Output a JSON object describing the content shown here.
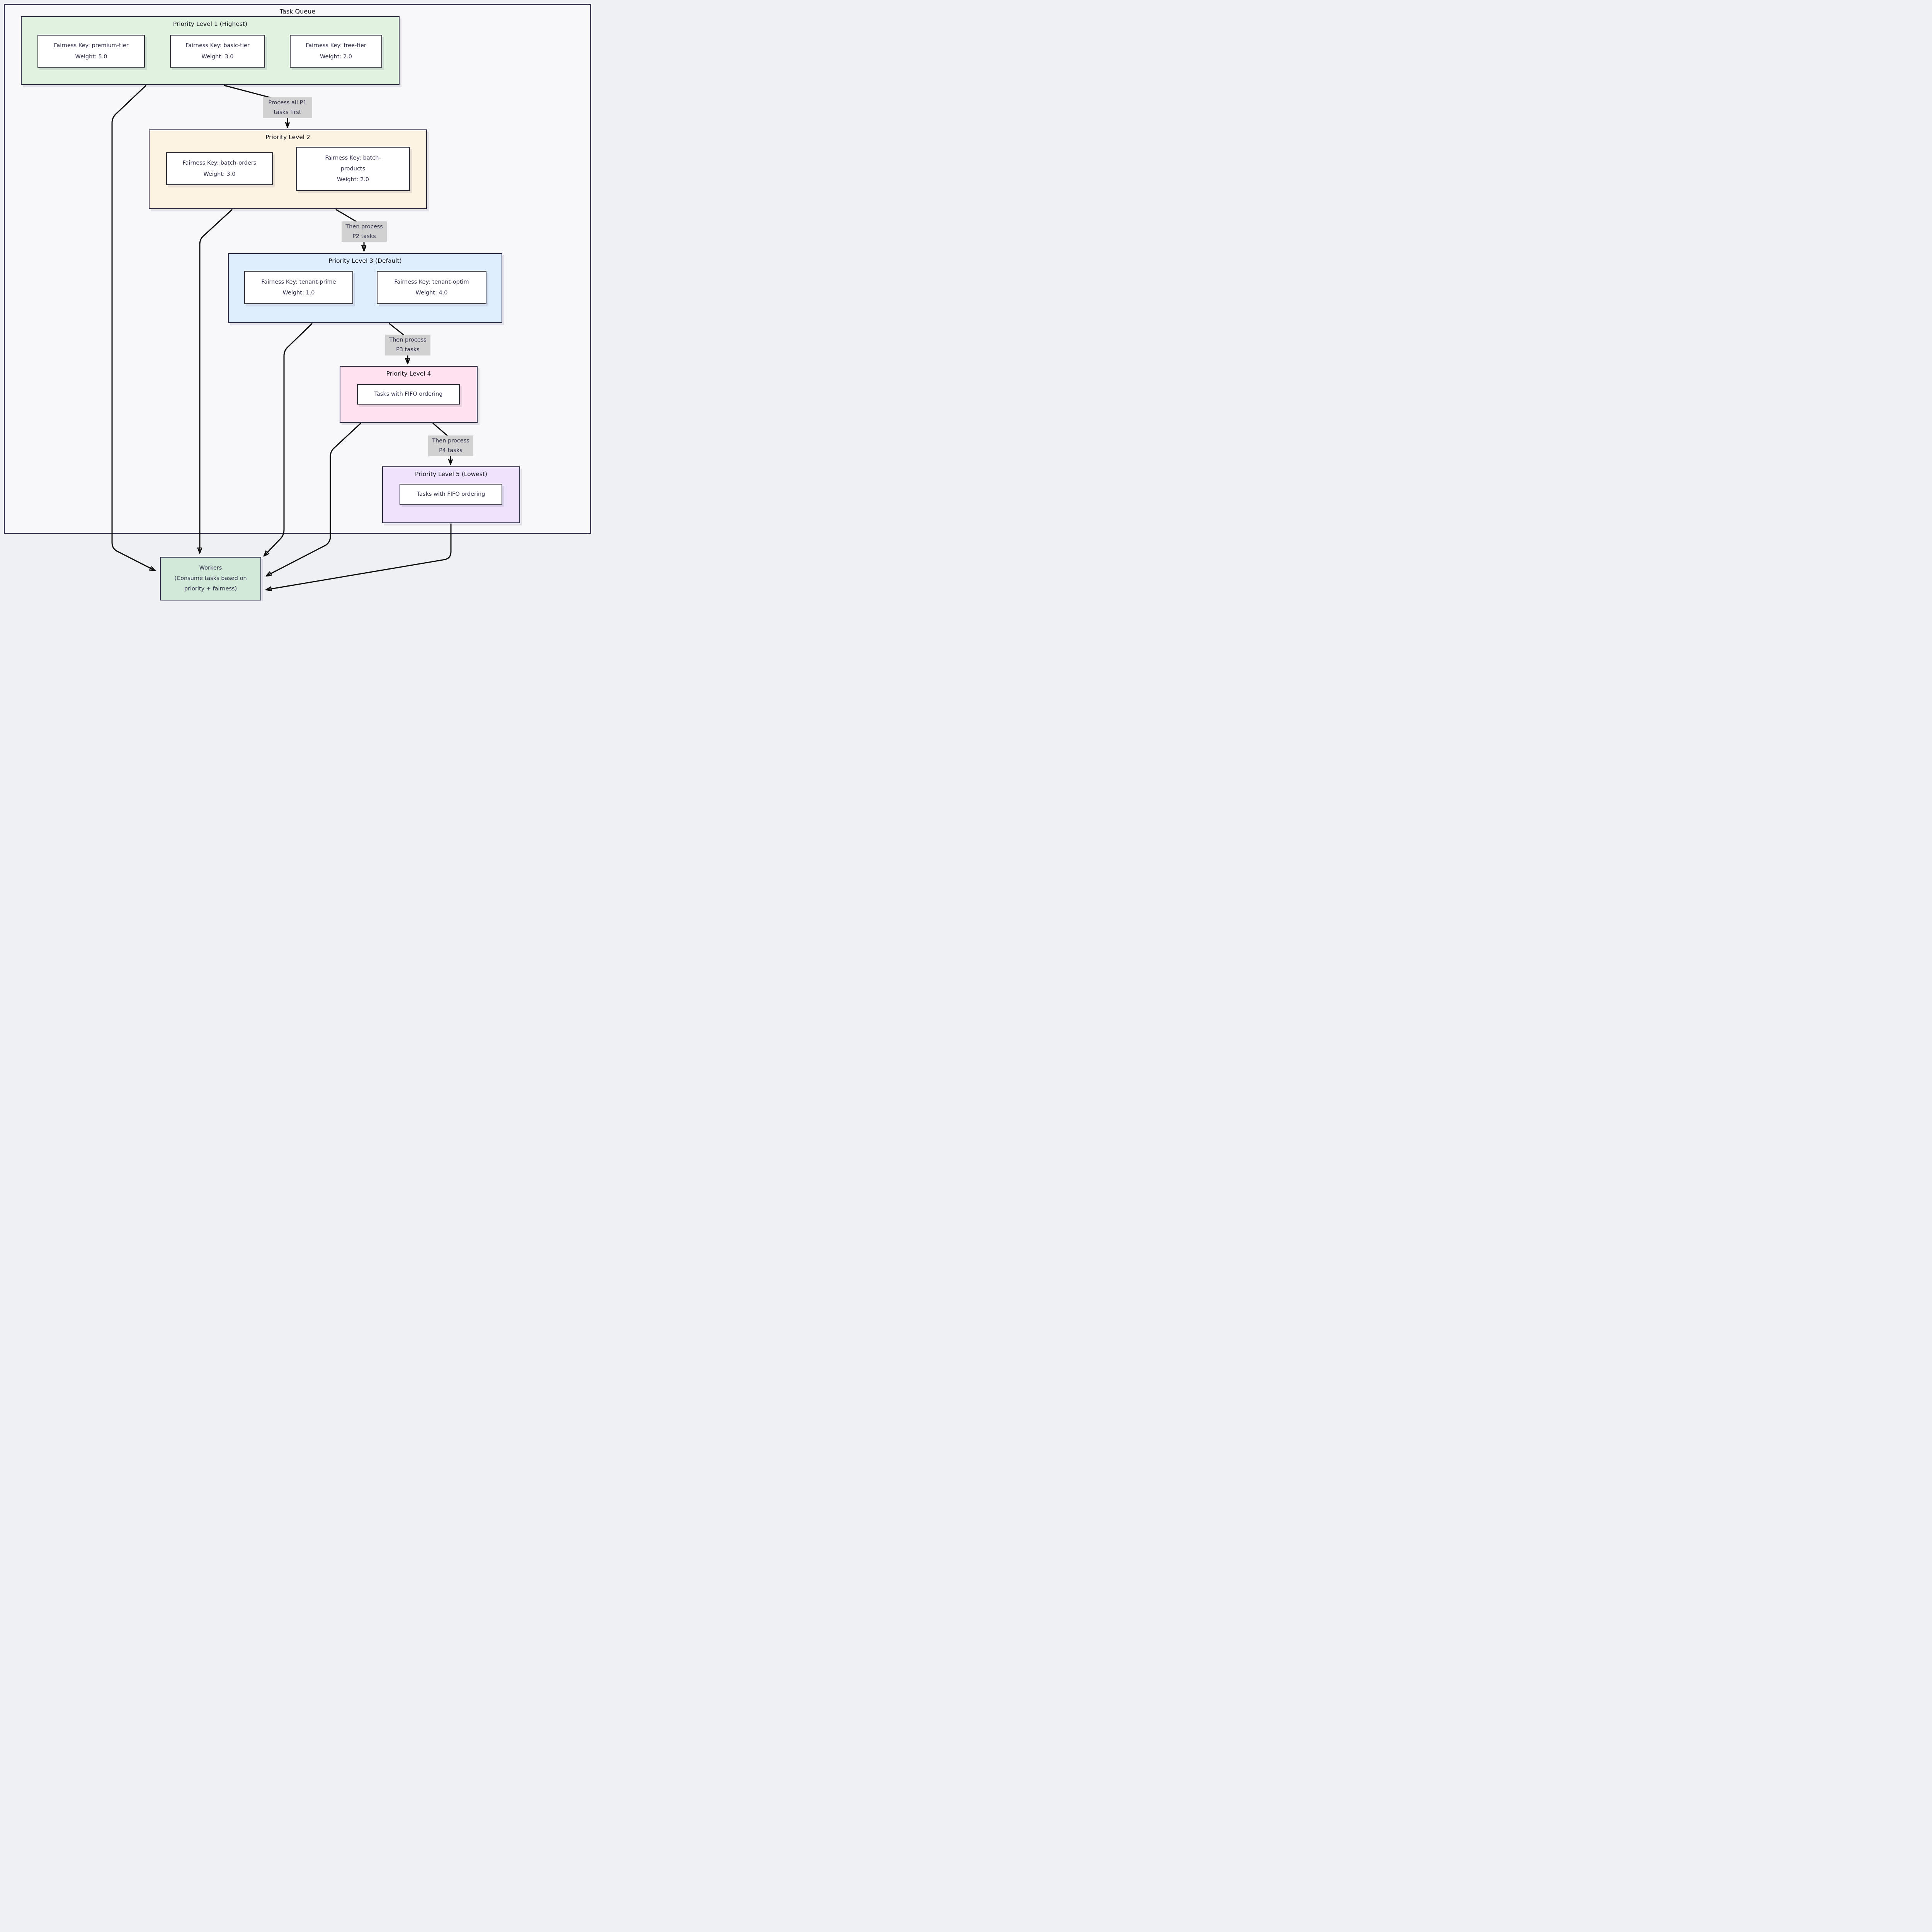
{
  "queue": {
    "title": "Task Queue",
    "levels": [
      {
        "title": "Priority Level 1 (Highest)",
        "fill": "#e1f2e1",
        "items": [
          {
            "lines": [
              "Fairness Key: premium-tier",
              "Weight: 5.0"
            ]
          },
          {
            "lines": [
              "Fairness Key: basic-tier",
              "Weight: 3.0"
            ]
          },
          {
            "lines": [
              "Fairness Key: free-tier",
              "Weight: 2.0"
            ]
          }
        ]
      },
      {
        "title": "Priority Level 2",
        "fill": "#fdf3e2",
        "items": [
          {
            "lines": [
              "Fairness Key: batch-orders",
              "Weight: 3.0"
            ]
          },
          {
            "lines": [
              "Fairness Key: batch-",
              "products",
              "Weight: 2.0"
            ]
          }
        ]
      },
      {
        "title": "Priority Level 3 (Default)",
        "fill": "#dfeefd",
        "items": [
          {
            "lines": [
              "Fairness Key: tenant-prime",
              "Weight: 1.0"
            ]
          },
          {
            "lines": [
              "Fairness Key: tenant-optim",
              "Weight: 4.0"
            ]
          }
        ]
      },
      {
        "title": "Priority Level 4",
        "fill": "#fee2ef",
        "items": [
          {
            "lines": [
              "Tasks with FIFO ordering"
            ]
          }
        ]
      },
      {
        "title": "Priority Level 5 (Lowest)",
        "fill": "#eee2fc",
        "items": [
          {
            "lines": [
              "Tasks with FIFO ordering"
            ]
          }
        ]
      }
    ],
    "edges": [
      {
        "from": "Priority Level 1 (Highest)",
        "to": "Priority Level 2",
        "label_lines": [
          "Process all P1",
          "tasks first"
        ]
      },
      {
        "from": "Priority Level 2",
        "to": "Priority Level 3 (Default)",
        "label_lines": [
          "Then process",
          "P2 tasks"
        ]
      },
      {
        "from": "Priority Level 3 (Default)",
        "to": "Priority Level 4",
        "label_lines": [
          "Then process",
          "P3 tasks"
        ]
      },
      {
        "from": "Priority Level 4",
        "to": "Priority Level 5 (Lowest)",
        "label_lines": [
          "Then process",
          "P4 tasks"
        ]
      },
      {
        "from": "Priority Level 1 (Highest)",
        "to": "Workers",
        "label_lines": []
      },
      {
        "from": "Priority Level 2",
        "to": "Workers",
        "label_lines": []
      },
      {
        "from": "Priority Level 3 (Default)",
        "to": "Workers",
        "label_lines": []
      },
      {
        "from": "Priority Level 4",
        "to": "Workers",
        "label_lines": []
      },
      {
        "from": "Priority Level 5 (Lowest)",
        "to": "Workers",
        "label_lines": []
      }
    ],
    "workers": {
      "lines": [
        "Workers",
        "(Consume tasks based on",
        "priority + fairness)"
      ],
      "fill": "#d2e8d8"
    }
  },
  "colors": {
    "page_background": "#eef0f3",
    "container_background": "#f8f8fb",
    "border_dark": "#2b2b43",
    "inner_box_border": "#33333d",
    "edge_label_background": "#d1d1d1",
    "text_dark": "#2e2e48",
    "title_text": "#0c0c14",
    "arrow": "#0d0d0d"
  }
}
